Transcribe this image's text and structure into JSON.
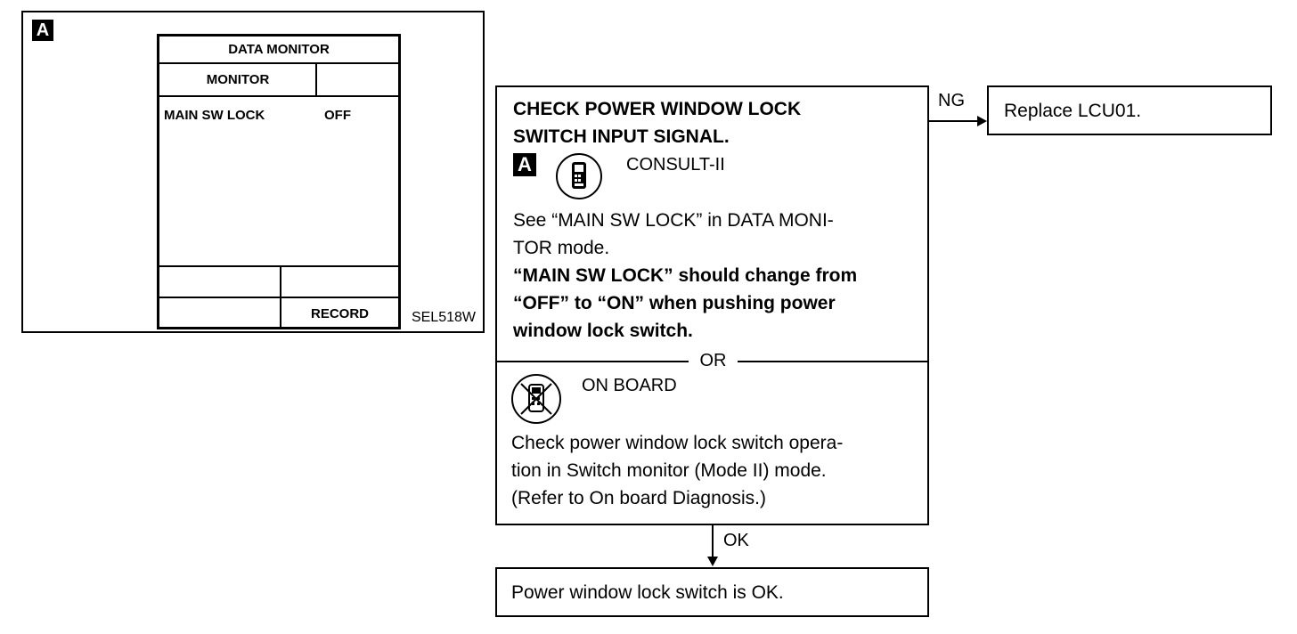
{
  "screen": {
    "badge": "A",
    "header": "DATA MONITOR",
    "tab_label": "MONITOR",
    "item_name": "MAIN SW LOCK",
    "item_value": "OFF",
    "record_label": "RECORD",
    "code": "SEL518W"
  },
  "check": {
    "title_line1": "CHECK POWER WINDOW LOCK",
    "title_line2": "SWITCH INPUT SIGNAL.",
    "badge": "A",
    "consult_label": "CONSULT-II",
    "consult_line1": "See “MAIN SW LOCK” in DATA MONI-",
    "consult_line2": "TOR mode.",
    "bold_line1": "“MAIN SW LOCK” should change from",
    "bold_line2": "“OFF” to “ON” when pushing power",
    "bold_line3": "window lock switch.",
    "or_label": "OR",
    "onboard_label": "ON BOARD",
    "onboard_line1": "Check power window lock switch opera-",
    "onboard_line2": "tion in Switch monitor (Mode II) mode.",
    "onboard_line3": "(Refer to On board Diagnosis.)",
    "icons": [
      "consult-tester-icon",
      "onboard-no-tester-icon"
    ]
  },
  "ng": {
    "label": "NG",
    "result": "Replace LCU01."
  },
  "ok": {
    "label": "OK",
    "result": "Power window lock switch is OK."
  }
}
